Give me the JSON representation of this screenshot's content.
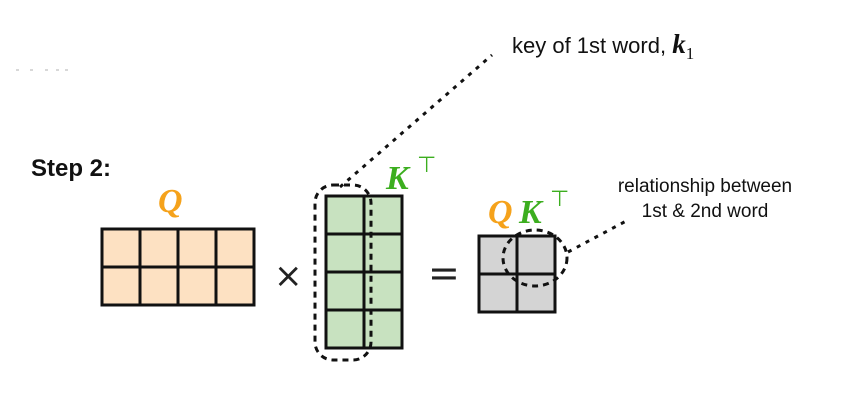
{
  "step_label": "Step 2:",
  "q_label": "Q",
  "kt_label": "K",
  "transpose_symbol": "⊤",
  "times_symbol": "×",
  "equals_symbol": "=",
  "qkt_q": "Q",
  "qkt_k": "K",
  "qkt_t": "⊤",
  "key_annotation_text": "key of 1st word, ",
  "key_annotation_var": "k",
  "key_annotation_sub": "1",
  "relationship_line1": "relationship between",
  "relationship_line2": "1st & 2nd word",
  "colors": {
    "q_fill": "#fde1c2",
    "k_fill": "#c8e2c0",
    "qk_fill": "#d4d4d4",
    "q_label": "#f5a21b",
    "k_label": "#3cae1f",
    "stroke": "#111111"
  },
  "matrices": {
    "q": {
      "rows": 2,
      "cols": 4
    },
    "kt": {
      "rows": 4,
      "cols": 2
    },
    "qkt": {
      "rows": 2,
      "cols": 2
    }
  }
}
